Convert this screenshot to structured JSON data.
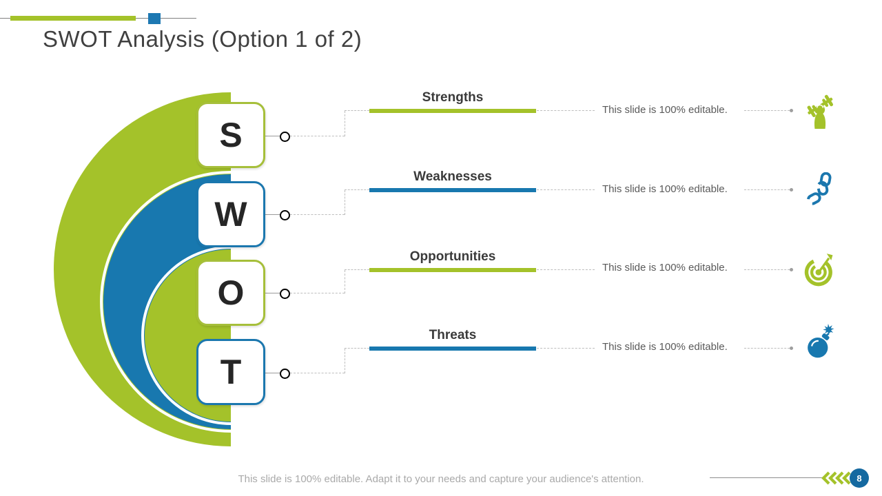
{
  "slide": {
    "title": "SWOT Analysis (Option 1 of 2)",
    "footer": "This slide is 100% editable.  Adapt it to your needs and capture your audience's attention.",
    "page_number": "8"
  },
  "colors": {
    "green": "#a4c22a",
    "blue": "#1878af",
    "page_badge_blue": "#1569a0",
    "title_gray": "#404040",
    "letter_dark": "#262626",
    "heading_dark": "#3a3a3a",
    "note_gray": "#595959",
    "footer_gray": "#a9a9a9"
  },
  "rows": [
    {
      "letter": "S",
      "label": "Strengths",
      "note": "This slide is 100% editable.",
      "accent": "#a4c22a",
      "icon": "dumbbell-strength-icon"
    },
    {
      "letter": "W",
      "label": "Weaknesses",
      "note": "This slide is 100% editable.",
      "accent": "#1878af",
      "icon": "broken-chain-icon"
    },
    {
      "letter": "O",
      "label": "Opportunities",
      "note": "This slide is 100% editable.",
      "accent": "#a4c22a",
      "icon": "target-arrow-icon"
    },
    {
      "letter": "T",
      "label": "Threats",
      "note": "This slide is 100% editable.",
      "accent": "#1878af",
      "icon": "bomb-icon"
    }
  ]
}
